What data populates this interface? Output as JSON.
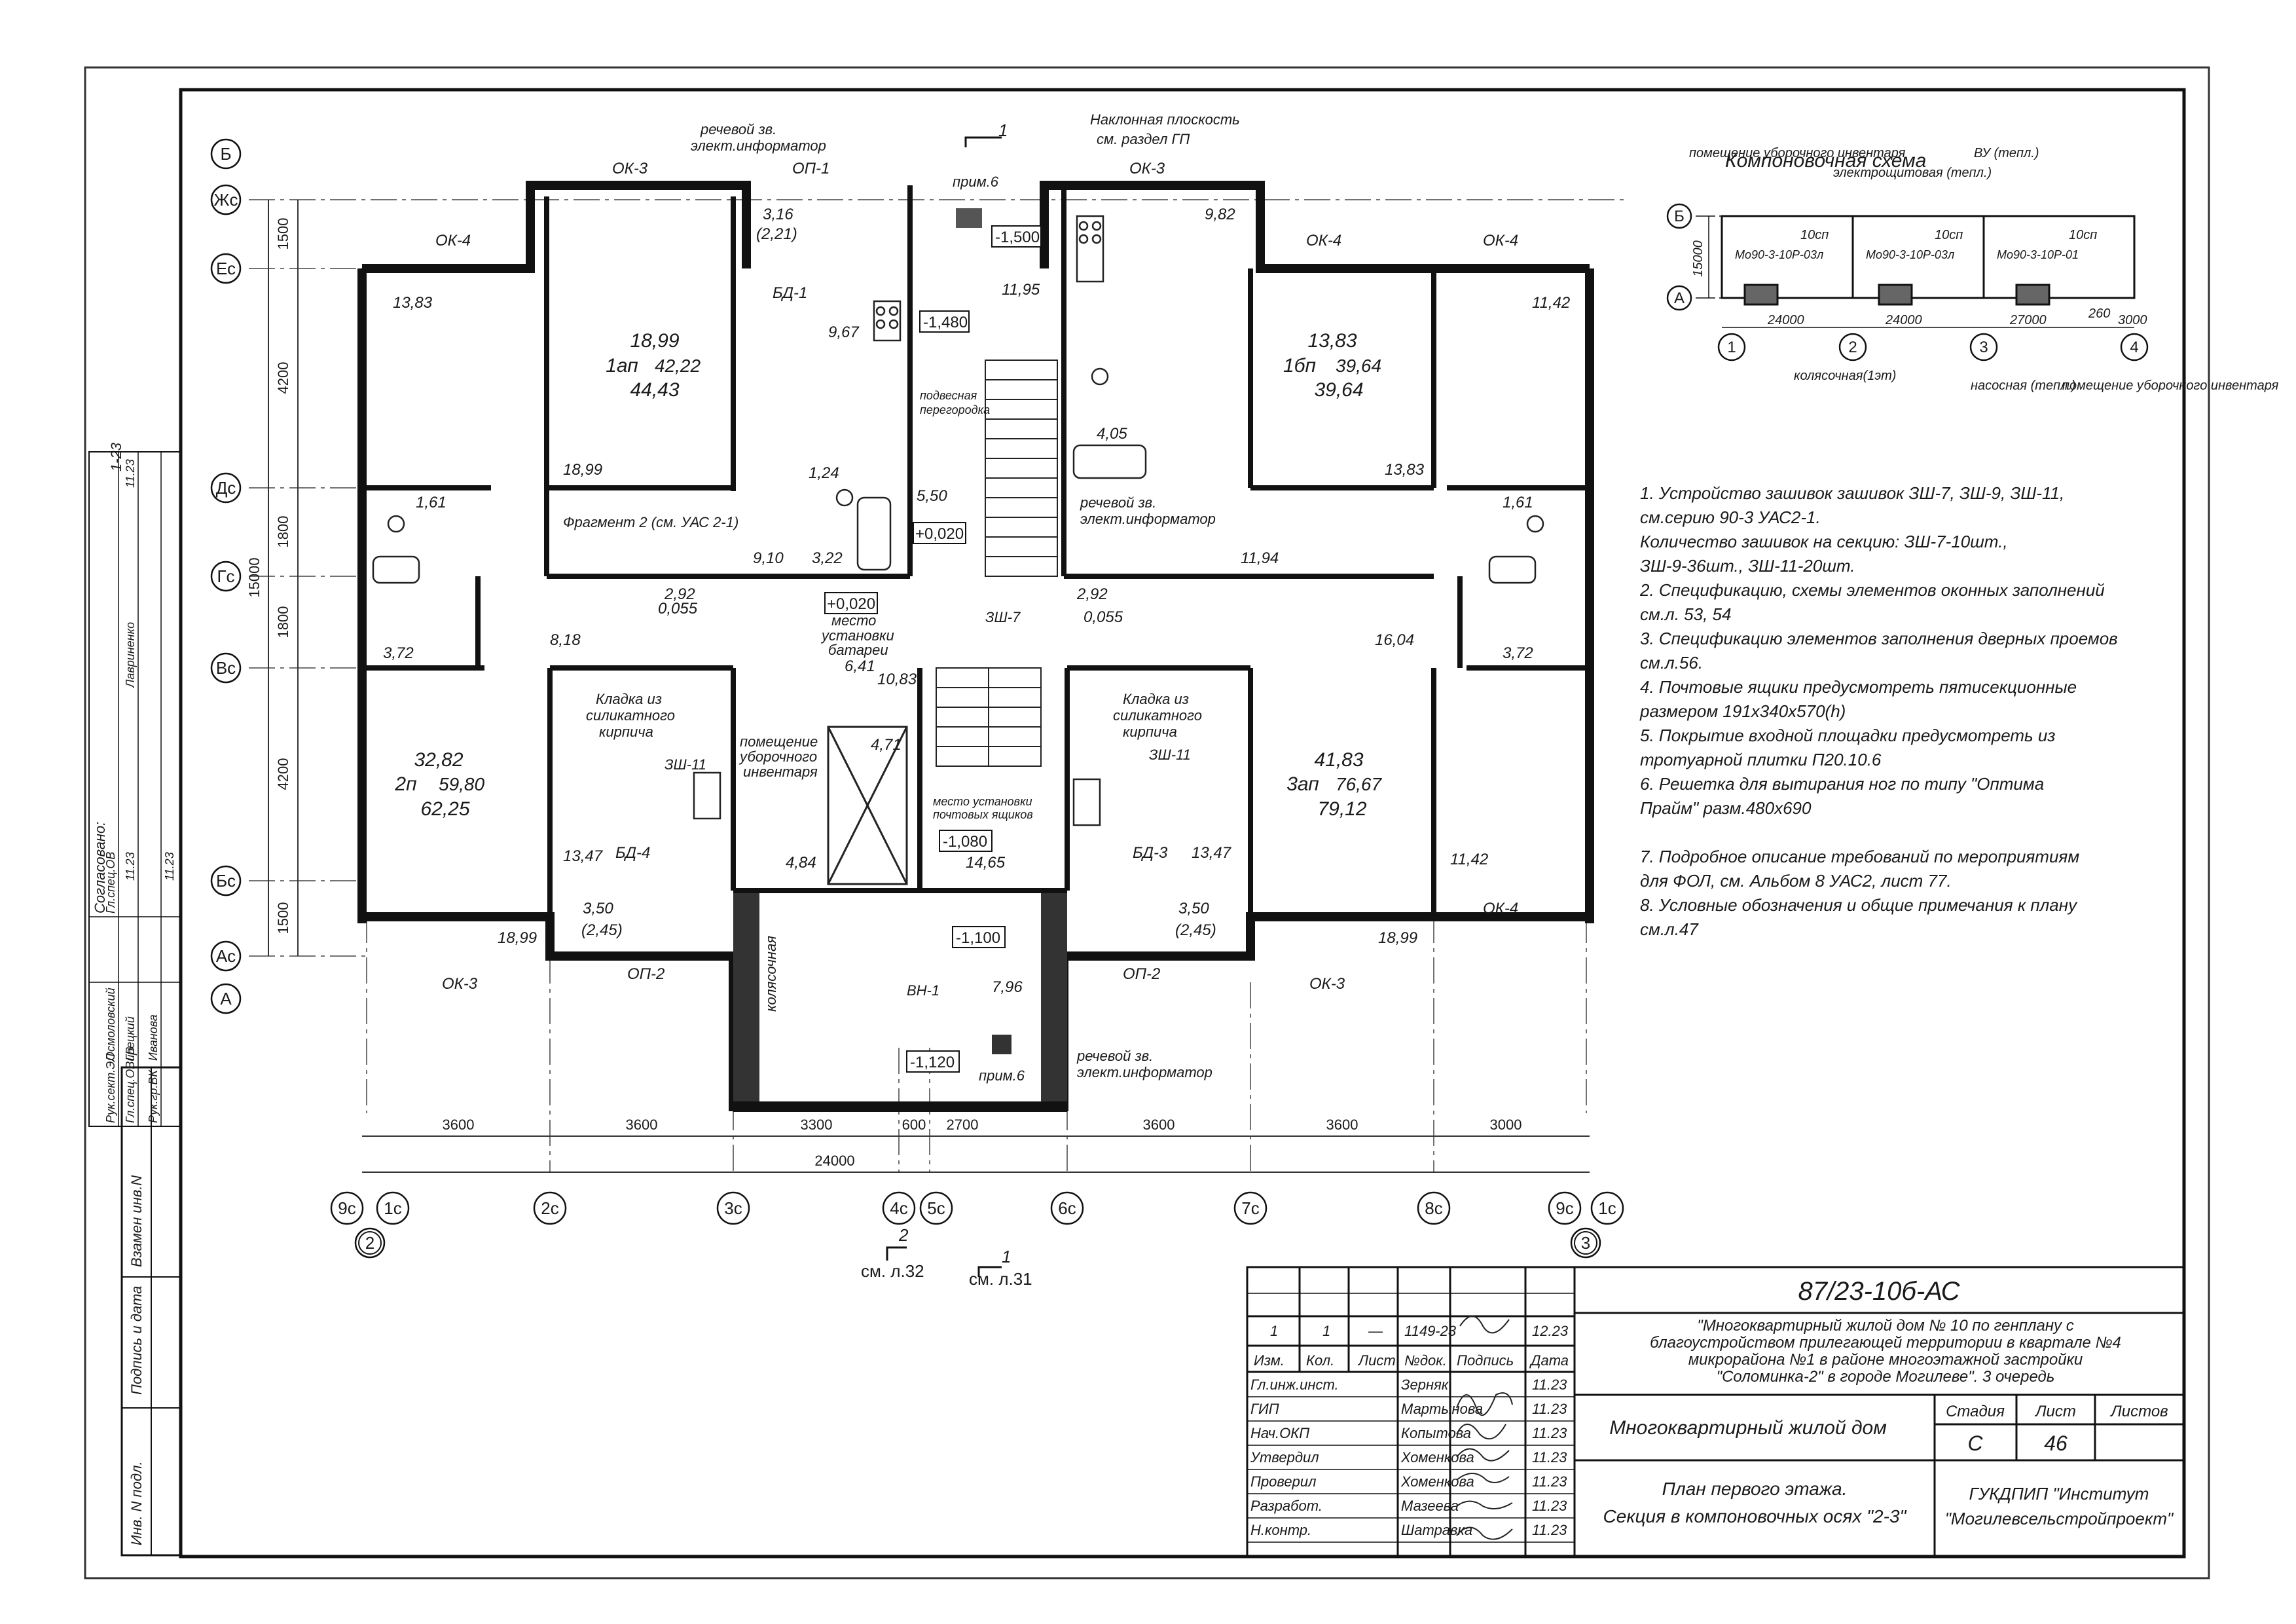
{
  "drawing_code": "87/23-10б-АС",
  "project_title": [
    "\"Многоквартирный жилой дом № 10 по генплану с",
    "благоустройством прилегающей территории в квартале №4",
    "микрорайона №1 в районе многоэтажной застройки",
    "\"Соломинка-2\" в городе Могилеве\". 3 очередь"
  ],
  "building": "Многоквартирный жилой дом",
  "sheet_title": [
    "План первого этажа.",
    "Секция в компоновочных осях \"2-3\""
  ],
  "organization": [
    "ГУКДПИП \"Институт",
    "\"Могилевсельстройпроект\""
  ],
  "stage_labels": {
    "stage": "Стадия",
    "sheet": "Лист",
    "sheets": "Листов"
  },
  "stage_values": {
    "stage": "С",
    "sheet": "46",
    "sheets": ""
  },
  "revision_row": [
    "1",
    "1",
    "—",
    "1149-23",
    "",
    "12.23"
  ],
  "header_row": [
    "Изм.",
    "Кол.",
    "Лист",
    "№док.",
    "Подпись",
    "Дата"
  ],
  "signatures": [
    {
      "role": "Гл.инж.инст.",
      "name": "Зерняк",
      "date": "11.23"
    },
    {
      "role": "ГИП",
      "name": "Мартынова",
      "date": "11.23"
    },
    {
      "role": "Нач.ОКП",
      "name": "Копытова",
      "date": "11.23"
    },
    {
      "role": "Утвердил",
      "name": "Хоменкова",
      "date": "11.23"
    },
    {
      "role": "Проверил",
      "name": "Хоменкова",
      "date": "11.23"
    },
    {
      "role": "Разработ.",
      "name": "Мазеева",
      "date": "11.23"
    },
    {
      "role": "Н.контр.",
      "name": "Шатравка",
      "date": "11.23"
    }
  ],
  "left_stamp": {
    "agreed": "Согласовано:",
    "rows": [
      {
        "role": "Рук.сект.ЭЛ",
        "name": "Осмоловский",
        "date": "11.23"
      },
      {
        "role": "Гл.спец.ОВ",
        "name": "Гл.спец.ОВ",
        "date": "11.23"
      },
      {
        "role": "Гл.спец.ОВиВ",
        "name": "Грецкий",
        "date": "11.23"
      },
      {
        "role": "Рук.гр.ВК",
        "name": "Иванова",
        "date": "11.23"
      }
    ],
    "extra_name": "Лавриненко",
    "extra_date": "11.23",
    "labels": [
      "Инв. N подл.",
      "Подпись и дата",
      "Взамен инв.N"
    ]
  },
  "scheme": {
    "title": "Компоновочная схема",
    "labels": [
      "помещение уборочного инвентаря",
      "электрощитовая (тепл.)",
      "ВУ (тепл.)",
      "колясочная(1эт)",
      "насосная (тепл.)",
      "помещение уборочного инвентаря"
    ],
    "sections": [
      "10сп",
      "10сп",
      "10сп"
    ],
    "codes": [
      "Мо90-3-10Р-03л",
      "Мо90-3-10Р-03л",
      "Мо90-3-10Р-01"
    ],
    "dims": [
      "24000",
      "24000",
      "27000",
      "260",
      "3000"
    ],
    "axes_h": [
      "1",
      "2",
      "3",
      "4"
    ],
    "axes_v": [
      "Б",
      "А"
    ],
    "dim_v": "15000"
  },
  "notes": [
    "1. Устройство зашивок зашивок ЗШ-7, ЗШ-9, ЗШ-11,",
    "см.серию 90-3 УАС2-1.",
    "Количество зашивок на секцию: ЗШ-7-10шт.,",
    "ЗШ-9-36шт., ЗШ-11-20шт.",
    "2. Спецификацию, схемы элементов оконных заполнений",
    "см.л. 53, 54",
    "3. Спецификацию элементов заполнения дверных проемов",
    "см.л.56.",
    "4. Почтовые ящики предусмотреть пятисекционные",
    "размером 191х340х570(h)",
    "5. Покрытие входной площадки предусмотреть из",
    "тротуарной плитки П20.10.6",
    "6. Решетка для вытирания ног по типу \"Оптима",
    "Прайм\" разм.480х690",
    "",
    "7. Подробное описание требований по мероприятиям",
    "для ФОЛ, см. Альбом 8 УАС2, лист 77.",
    "8. Условные обозначения и общие примечания к плану",
    "см.л.47"
  ],
  "row_axes": [
    "Б",
    "Жс",
    "Ес",
    "Дс",
    "Гс",
    "Вс",
    "Бс",
    "Ас",
    "А"
  ],
  "col_axes": [
    "9с",
    "1с",
    "2с",
    "3с",
    "4с",
    "5с",
    "6с",
    "7с",
    "8с",
    "9с",
    "1с"
  ],
  "col_axes_main": [
    "2",
    "3"
  ],
  "col_dims": [
    "3600",
    "3600",
    "3300",
    "600",
    "2700",
    "3600",
    "3600",
    "3000"
  ],
  "total_dim": "24000",
  "row_dims": [
    "1500",
    "4200",
    "1800",
    "1800",
    "4200",
    "1500"
  ],
  "total_row_dim": "15000",
  "apartments": [
    {
      "code": "1ап",
      "living": "18,99",
      "total": "42,22",
      "gross": "44,43"
    },
    {
      "code": "1бп",
      "living": "13,83",
      "total": "39,64",
      "gross": "39,64"
    },
    {
      "code": "2п",
      "living": "32,82",
      "total": "59,80",
      "gross": "62,25"
    },
    {
      "code": "3ап",
      "living": "41,83",
      "total": "76,67",
      "gross": "79,12"
    }
  ],
  "room_areas": [
    "13,83",
    "18,99",
    "1,61",
    "3,72",
    "8,18",
    "13,47",
    "18,99",
    "11,42",
    "13,83",
    "1,61",
    "3,72",
    "16,04",
    "13,47",
    "11,42",
    "18,99",
    "9,67",
    "1,24",
    "3,22",
    "9,10",
    "5,50",
    "9,82",
    "4,05",
    "11,94",
    "11,95",
    "3,16",
    "(2,21)",
    "3,50",
    "(2,45)",
    "3,50",
    "(2,45)",
    "6,41",
    "10,83",
    "4,71",
    "4,84",
    "14,65",
    "7,96",
    "2,92",
    "0,055",
    "2,92",
    "0,055"
  ],
  "levels": [
    "-1,500",
    "-1,480",
    "+0,020",
    "+0,020",
    "-1,080",
    "-1,100",
    "-1,120"
  ],
  "windows": [
    "ОК-3",
    "ОК-4",
    "ОК-3",
    "ОК-4",
    "ОК-4",
    "ОК-3",
    "ОК-3",
    "ОК-4"
  ],
  "balconies": [
    "ОП-1",
    "ОП-2",
    "ОП-2",
    "БД-1",
    "БД-4",
    "БД-3"
  ],
  "annotations": {
    "speech1": [
      "речевой зв.",
      "элект.информатор"
    ],
    "speech2": [
      "речевой зв.",
      "элект.информатор"
    ],
    "speech3": [
      "речевой зв.",
      "элект.информатор"
    ],
    "incline": [
      "Наклонная плоскость",
      "см. раздел ГП"
    ],
    "fragment": "Фрагмент 2 (см. УАС 2-1)",
    "battery": [
      "место",
      "установки",
      "батареи"
    ],
    "masonry_l": [
      "Кладка из",
      "силикатного",
      "кирпича"
    ],
    "masonry_r": [
      "Кладка из",
      "силикатного",
      "кирпича"
    ],
    "zsh11_l": "ЗШ-11",
    "zsh11_r": "ЗШ-11",
    "zsh7": "ЗШ-7",
    "cleaning": [
      "помещение",
      "уборочного",
      "инвентаря"
    ],
    "pram": "колясочная",
    "mailbox": [
      "место установки",
      "почтовых ящиков"
    ],
    "partition": [
      "подвесная",
      "перегородка"
    ],
    "vn": "ВН-1",
    "prim6a": "прим.6",
    "prim6b": "прим.6",
    "cut1": "1",
    "cut2": "2",
    "see32": "см. л.32",
    "see31": "см. л.31",
    "sheetno": "1-23"
  }
}
